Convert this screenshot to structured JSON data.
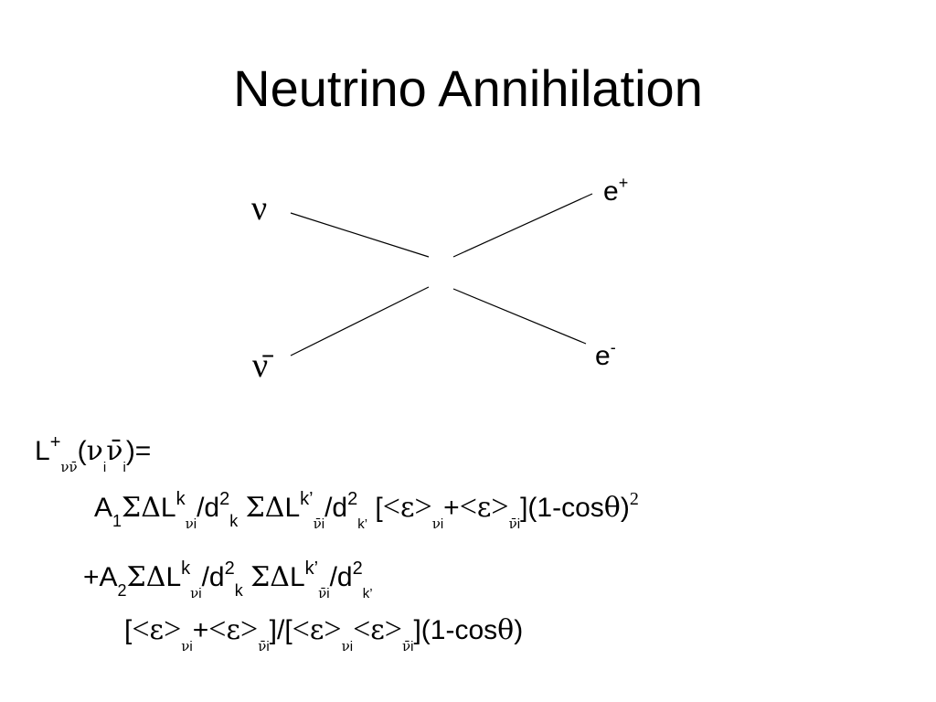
{
  "title": "Neutrino Annihilation",
  "diagram": {
    "nu": "ν",
    "nubar": "ν̄",
    "e_plus_base": "e",
    "e_plus_sup": "+",
    "e_minus_base": "e",
    "e_minus_sup": "-"
  },
  "equation": {
    "lhs": {
      "L": "L",
      "sup": "+",
      "sub": "νν̄",
      "args_open": "(",
      "nu_i": "ν",
      "i1": "i",
      "nubar_i": "ν̄",
      "i2": "i",
      "args_close": ")="
    },
    "line1": {
      "A": "A",
      "A_sub": "1",
      "sum_delta": "ΣΔ",
      "L": "L",
      "k": "k",
      "nu_i": "ν",
      "i": "i",
      "slash_d": "/d",
      "sq": "2",
      "ksub": "k",
      "sum_delta2": "ΣΔ",
      "L2": "L",
      "kprime": "k’",
      "nubar_i": "ν̄",
      "i2": "i",
      "slash_d2": "/d",
      "sq2": "2",
      "kprime_sub": "k’",
      "bracket_open": "[",
      "lt1": "<",
      "eps1": "ε",
      "gt1": ">",
      "nu_sub": "ν",
      "i3": "i",
      "plus": "+",
      "lt2": "<",
      "eps2": "ε",
      "gt2": ">",
      "nubar_sub": "ν̄",
      "i4": "i",
      "tail": "](1-cos",
      "theta": "θ",
      "close": ")",
      "power": "2"
    },
    "line2": {
      "plusA": "+A",
      "A_sub": "2",
      "sum_delta": "ΣΔ",
      "L": "L",
      "k": "k",
      "nu_i": "ν",
      "i": "i",
      "slash_d": "/d",
      "sq": "2",
      "ksub": "k",
      "sum_delta2": "ΣΔ",
      "L2": "L",
      "kprime": "k’",
      "nubar_i": "ν̄",
      "i2": "i",
      "slash_d2": "/d",
      "sq2": "2",
      "kprime_sub": "k’"
    },
    "line3": {
      "open": "[",
      "lt1": "<",
      "eps1": "ε",
      "gt1": ">",
      "nu_sub": "ν",
      "i1": "i",
      "plus": "+",
      "lt2": "<",
      "eps2": "ε",
      "gt2": ">",
      "nubar_sub": "ν̄",
      "i2": "i",
      "mid": "]/[",
      "lt3": "<",
      "eps3": "ε",
      "gt3": ">",
      "nu_sub2": "ν",
      "i3": "i",
      "lt4": "<",
      "eps4": "ε",
      "gt4": ">",
      "nubar_sub2": "ν̄",
      "i4": "i",
      "tail": "](1-cos",
      "theta": "θ",
      "close": ")"
    }
  }
}
